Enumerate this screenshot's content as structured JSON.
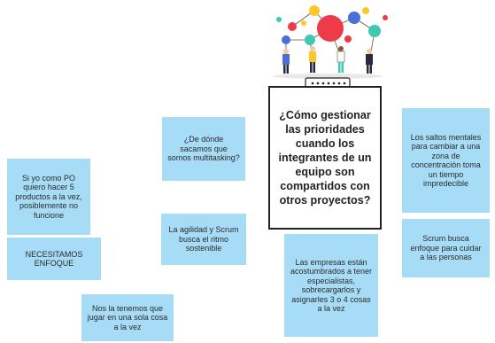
{
  "central_question": "¿Cómo gestionar las prioridades cuando los integrantes de un equipo son compartidos con otros proyectos?",
  "notes": {
    "multitasking": "¿De dónde sacamos que somos multitasking?",
    "po_products": "Si yo como PO quiero hacer 5 productos a la vez, posiblemente no funcione",
    "necesitamos_enfoque": "NECESITAMOS ENFOQUE",
    "ritmo_sostenible": "La agilidad y Scrum busca el ritmo sostenible",
    "una_sola_cosa": "Nos la tenemos que jugar en una sola cosa a la vez",
    "empresas_especialistas": "Las empresas están acostumbrados a tener especialistas, sobrecargarlos y asignarles 3 o 4 cosas a la vez",
    "saltos_mentales": "Los saltos mentales para cambiar a una zona de concentración toma un tiempo impredecible",
    "cuidar_personas": "Scrum busca enfoque para cuidar a las personas"
  },
  "colors": {
    "note_fill": "#a7dcf7",
    "border": "#222222",
    "bubble_red": "#ee3b4a",
    "bubble_yellow": "#ffc629",
    "bubble_blue": "#4a6fd6",
    "bubble_teal": "#3fc8b4"
  }
}
